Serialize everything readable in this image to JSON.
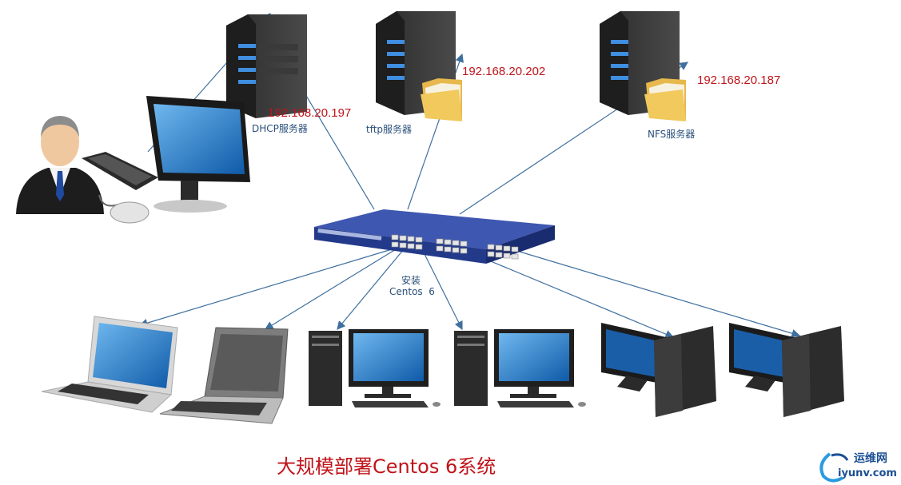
{
  "servers": {
    "dhcp": {
      "ip": "192.168.20.197",
      "label": "DHCP服务器"
    },
    "tftp": {
      "ip": "192.168.20.202",
      "label": "tftp服务器"
    },
    "nfs": {
      "ip": "192.168.20.187",
      "label": "NFS服务器"
    }
  },
  "install_label": {
    "line1": "安装",
    "line2": "Centos  6"
  },
  "title": "大规模部署Centos 6系统",
  "watermark": {
    "cn": "运维网",
    "en": "iyunv.com"
  },
  "colors": {
    "ip_red": "#c0141a",
    "link_blue": "#3f6f9f",
    "switch_blue": "#2a3f8f"
  }
}
